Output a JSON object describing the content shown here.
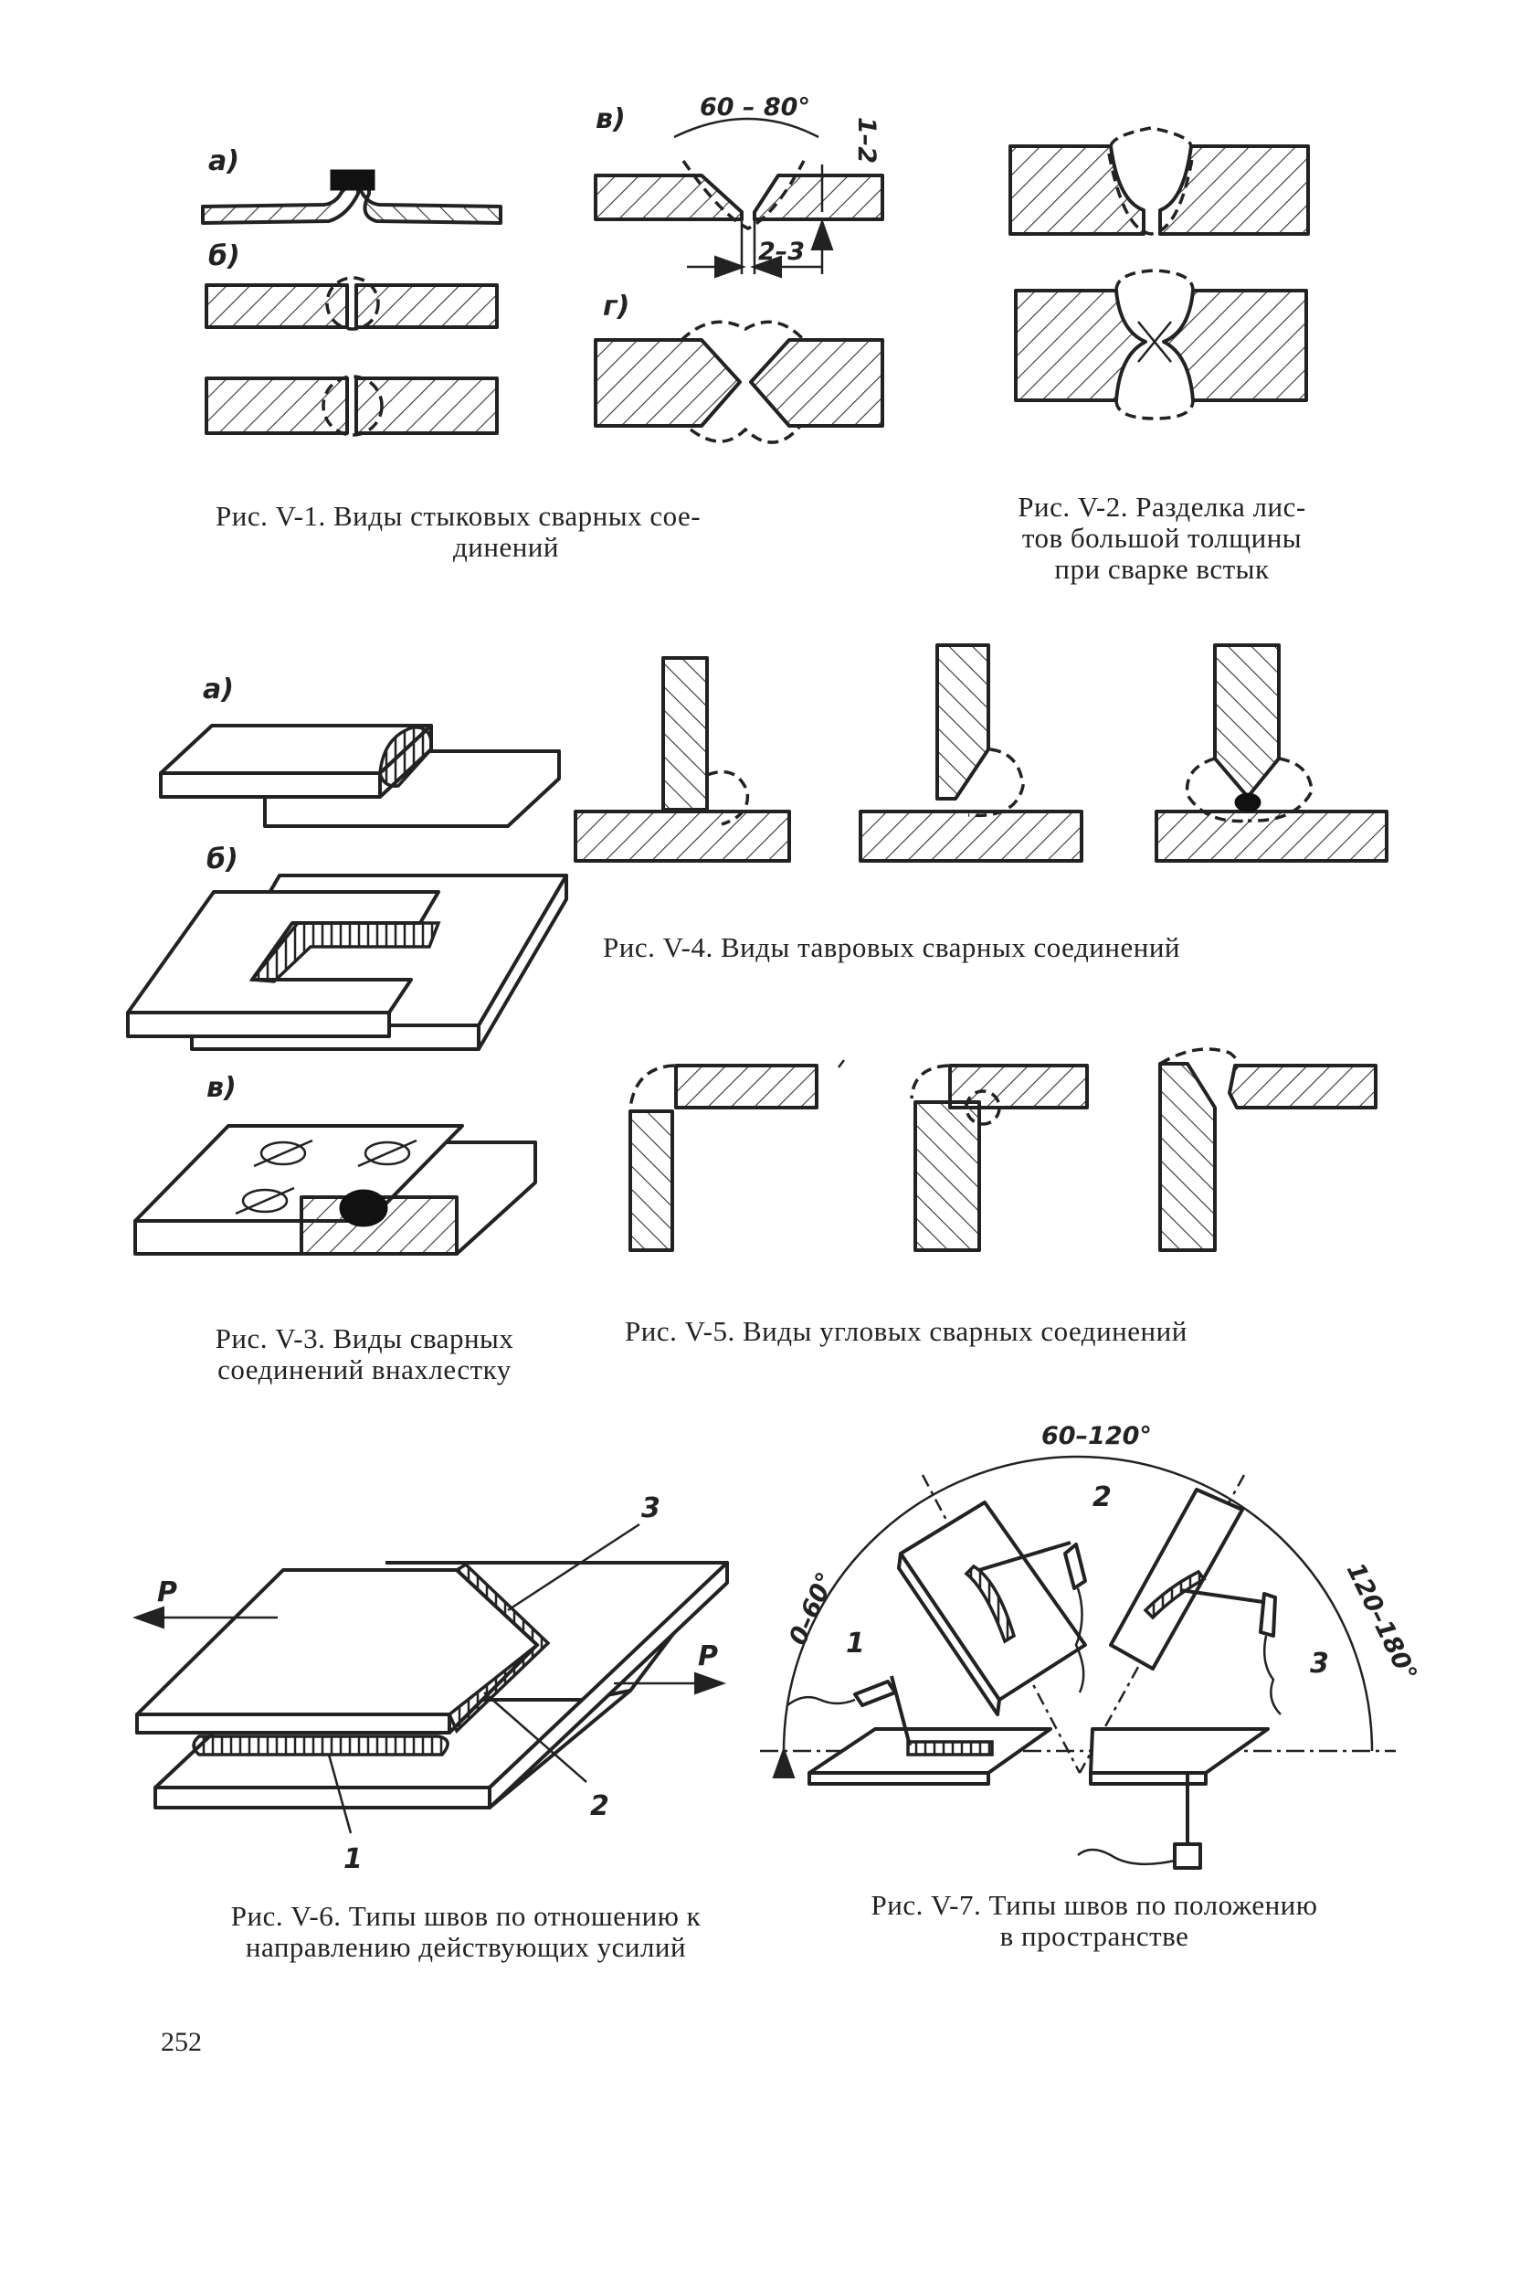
{
  "page_number": "252",
  "figures": {
    "v1": {
      "labels": [
        "а)",
        "б)",
        "в)",
        "г)"
      ],
      "dimensions": {
        "angle": "60 – 80°",
        "gap": "2–3",
        "root": "1–2"
      },
      "caption_line1": "Рис. V-1.  Виды  стыковых  сварных  сое-",
      "caption_line2": "динений"
    },
    "v2": {
      "caption_line1": "Рис. V-2. Разделка лис-",
      "caption_line2": "тов большой толщины",
      "caption_line3": "при сварке встык"
    },
    "v3": {
      "labels": [
        "а)",
        "б)",
        "в)"
      ],
      "caption_line1": "Рис. V-3.  Виды  сварных",
      "caption_line2": "соединений внахлестку"
    },
    "v4": {
      "caption": "Рис. V-4. Виды тавровых сварных соединений"
    },
    "v5": {
      "caption": "Рис.  V-5. Виды угловых  сварных соединений"
    },
    "v6": {
      "force_left": "Р",
      "force_right": "Р",
      "seam_labels": [
        "1",
        "2",
        "3"
      ],
      "caption_line1": "Рис. V-6. Типы швов по отношению к",
      "caption_line2": "направлению действующих усилий"
    },
    "v7": {
      "angles": {
        "top": "60–120°",
        "left": "0–60°",
        "right": "120–180°"
      },
      "position_labels": [
        "1",
        "2",
        "3"
      ],
      "caption_line1": "Рис.  V-7.  Типы  швов  по  положению",
      "caption_line2": "в  пространстве"
    }
  }
}
